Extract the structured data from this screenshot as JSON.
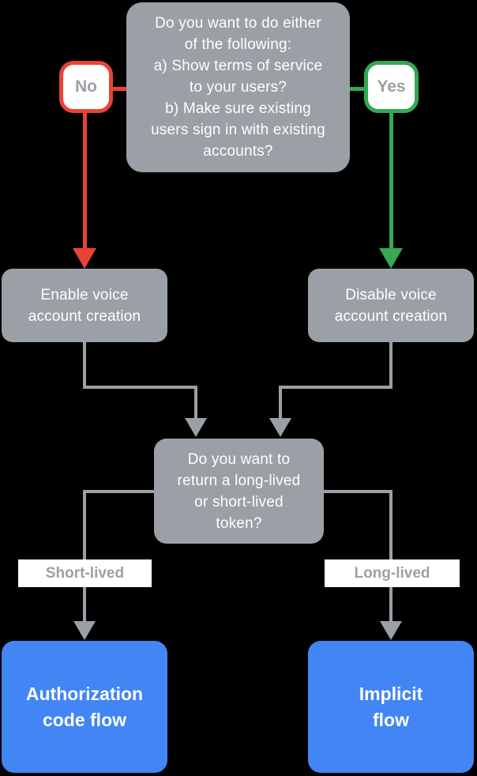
{
  "colors": {
    "background": "#000000",
    "gray": "#9AA0A6",
    "red": "#EA4335",
    "green": "#34A853",
    "blue": "#4285F4",
    "label_text": "#9AA0A6",
    "node_text": "#FFFFFF"
  },
  "nodes": {
    "question_terms": "Do you want to do either\nof the following:\na) Show terms of service\nto your users?\nb) Make sure existing\nusers sign in with existing\naccounts?",
    "no": "No",
    "yes": "Yes",
    "enable_voice": "Enable voice\naccount creation",
    "disable_voice": "Disable voice\naccount creation",
    "question_token": "Do you want to\nreturn a long-lived\nor short-lived\ntoken?",
    "short_lived": "Short-lived",
    "long_lived": "Long-lived",
    "auth_code_flow": "Authorization\ncode flow",
    "implicit_flow": "Implicit\nflow"
  },
  "edges": [
    {
      "from": "question_terms",
      "to": "enable_voice",
      "label": "No",
      "color": "#EA4335"
    },
    {
      "from": "question_terms",
      "to": "disable_voice",
      "label": "Yes",
      "color": "#34A853"
    },
    {
      "from": "enable_voice",
      "to": "question_token",
      "label": "",
      "color": "#9AA0A6"
    },
    {
      "from": "disable_voice",
      "to": "question_token",
      "label": "",
      "color": "#9AA0A6"
    },
    {
      "from": "question_token",
      "to": "auth_code_flow",
      "label": "Short-lived",
      "color": "#9AA0A6"
    },
    {
      "from": "question_token",
      "to": "implicit_flow",
      "label": "Long-lived",
      "color": "#9AA0A6"
    }
  ]
}
